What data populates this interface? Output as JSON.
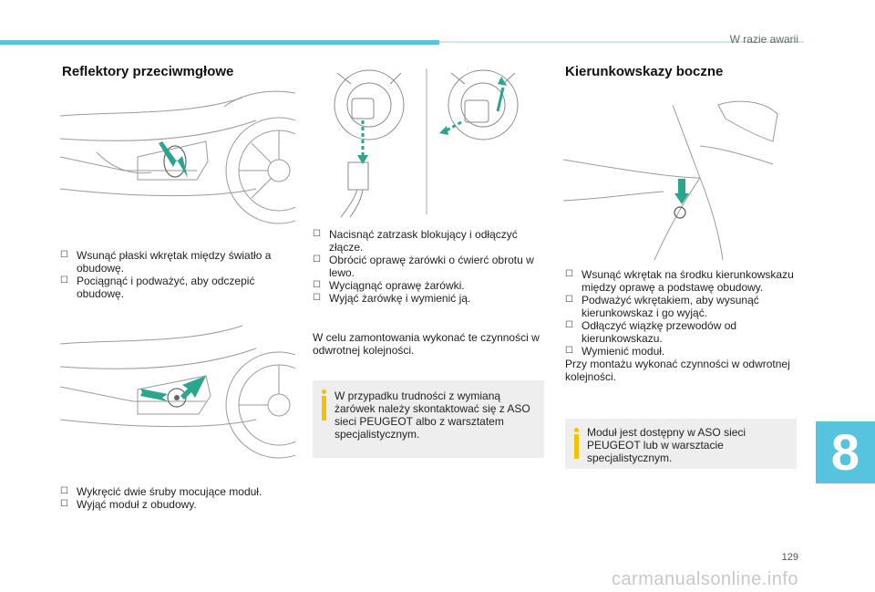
{
  "header": {
    "chapter": "W razie awarii"
  },
  "left": {
    "title": "Reflektory przeciwmgłowe",
    "steps_1": [
      "Wsunąć płaski wkrętak między światło a obudowę.",
      "Pociągnąć i podważyć, aby odczepić obudowę."
    ],
    "steps_2": [
      "Wykręcić dwie śruby mocujące moduł.",
      "Wyjąć moduł z obudowy."
    ]
  },
  "middle": {
    "steps": [
      "Nacisnąć zatrzask blokujący i odłączyć złącze.",
      "Obrócić oprawę żarówki o ćwierć obrotu w lewo.",
      "Wyciągnąć oprawę żarówki.",
      "Wyjąć żarówkę i wymienić ją."
    ],
    "reassembly": "W celu zamontowania wykonać te czynności w odwrotnej kolejności.",
    "info": "W przypadku trudności z wymianą żarówek należy skontaktować się z ASO sieci PEUGEOT albo z warsztatem specjalistycznym."
  },
  "right": {
    "title": "Kierunkowskazy boczne",
    "steps": [
      "Wsunąć wkrętak na środku kierunkowskazu między oprawę a podstawę obudowy.",
      "Podważyć wkrętakiem, aby wysunąć kierunkowskaz i go wyjąć.",
      "Odłączyć wiązkę przewodów od kierunkowskazu.",
      "Wymienić moduł."
    ],
    "reassembly": "Przy montażu wykonać czynności  w odwrotnej kolejności.",
    "info": "Moduł jest dostępny w ASO sieci PEUGEOT lub w warsztacie specjalistycznym."
  },
  "tab": {
    "number": "8"
  },
  "footer": {
    "page": "129",
    "watermark": "carmanualsonline.info"
  },
  "colors": {
    "accent": "#57c4de",
    "arrow": "#2aa58e",
    "info_bar": "#f2c200",
    "info_bg": "#eeeeee"
  },
  "icons": {
    "bullet": "checkbox-icon",
    "info": "info-icon"
  }
}
